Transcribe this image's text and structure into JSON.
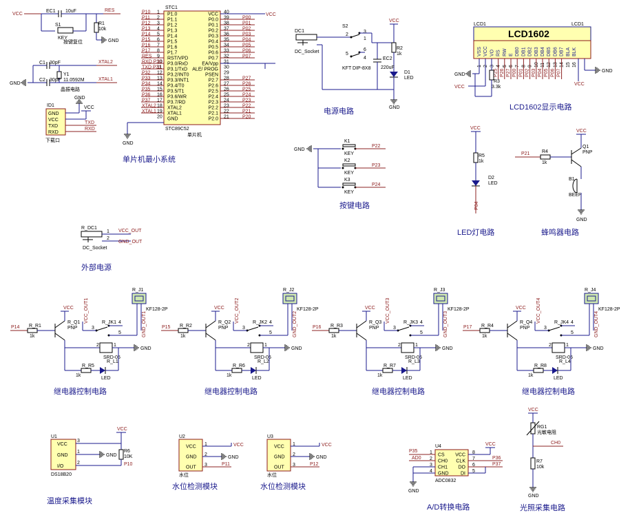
{
  "mcu": {
    "ref": "STC1",
    "part": "STC89C52",
    "sub": "单片机",
    "caption": "单片机最小系统",
    "left_nets": [
      "P10",
      "P11",
      "P12",
      "P13",
      "P14",
      "P15",
      "P16",
      "P17",
      "RES",
      "RXD P30",
      "TXD P31",
      "P32",
      "P33",
      "P34",
      "P35",
      "P36",
      "P37",
      "XTAL2",
      "XTAL1"
    ],
    "left_pin_nums": [
      "1",
      "2",
      "3",
      "4",
      "5",
      "6",
      "7",
      "8",
      "9",
      "10",
      "11",
      "12",
      "13",
      "14",
      "15",
      "16",
      "17",
      "18",
      "19",
      "20"
    ],
    "left_pins": [
      "P1.0",
      "P1.1",
      "P1.2",
      "P1.3",
      "P1.4",
      "P1.5",
      "P1.6",
      "P1.7",
      "RST/VPD",
      "P3.0/RxD",
      "P3.1/TxD",
      "P3.2/INT0",
      "P3.3/INT1",
      "P3.4/T0",
      "P3.5/T1",
      "P3.6/WR",
      "P3.7/RD",
      "XTAL2",
      "XTAL1",
      "GND"
    ],
    "right_pins": [
      "VCC",
      "P0.0",
      "P0.1",
      "P0.2",
      "P0.3",
      "P0.4",
      "P0.5",
      "P0.6",
      "P0.7",
      "EA/Vpp",
      "ALE/ PROG",
      "PSEN",
      "P2.7",
      "P2.6",
      "P2.5",
      "P2.4",
      "P2.3",
      "P2.2",
      "P2.1",
      "P2.0"
    ],
    "right_pin_nums": [
      "40",
      "39",
      "38",
      "37",
      "36",
      "35",
      "34",
      "33",
      "32",
      "31",
      "30",
      "29",
      "28",
      "27",
      "26",
      "25",
      "24",
      "23",
      "22",
      "21"
    ],
    "right_nets": [
      "",
      "P00",
      "P01",
      "P02",
      "P03",
      "P04",
      "P05",
      "P06",
      "P07",
      "",
      "",
      "",
      "P27",
      "P26",
      "P25",
      "P24",
      "P23",
      "P22",
      "P21",
      "P20"
    ],
    "vcc": "VCC",
    "gnd": "GND"
  },
  "reset": {
    "ec1": "EC1",
    "ec1_val": "10uF",
    "s1": "S1",
    "key": "KEY",
    "key_sub": "按键复位",
    "r1": "R1",
    "r1_val": "10k",
    "res": "RES",
    "vcc": "VCC",
    "gnd": "GND"
  },
  "crystal": {
    "c1": "C1",
    "c1_val": "30pF",
    "c2": "C2",
    "c2_val": "30pF",
    "y1": "Y1",
    "y1_val": "11.0592M",
    "xtal2": "XTAL2",
    "xtal1": "XTAL1",
    "sub": "晶振电路",
    "gnd": "GND"
  },
  "download": {
    "ref": "ID1",
    "pins": [
      "GND",
      "VCC",
      "TXD",
      "RXD"
    ],
    "sub": "下载口",
    "gnd": "GND",
    "vcc": "VCC",
    "txd": "TXD",
    "rxd": "RXD"
  },
  "ext_power": {
    "ref": "R_DC1",
    "socket": "DC_Socket",
    "vcc_out": "VCC_OUT",
    "gnd_out": "GND_OUT",
    "n1": "1",
    "n2": "2",
    "caption": "外部电源"
  },
  "power": {
    "dc1": "DC1",
    "socket": "DC_Socket",
    "s2": "S2",
    "s2_part": "KFT DIP-8X8",
    "ec2": "EC2",
    "ec2_val": "220uF",
    "r2": "R2",
    "r2_val": "1k",
    "d1": "D1",
    "d1_part": "LED",
    "vcc": "VCC",
    "gnd": "GND",
    "pins": [
      "2",
      "3",
      "5",
      "6",
      "1",
      "4"
    ],
    "caption": "电源电路"
  },
  "keys": {
    "gnd": "GND",
    "items": [
      {
        "ref": "K1",
        "part": "KEY",
        "net": "P22"
      },
      {
        "ref": "K2",
        "part": "KEY",
        "net": "P23"
      },
      {
        "ref": "K3",
        "part": "KEY",
        "net": "P24"
      }
    ],
    "caption": "按键电路"
  },
  "lcd": {
    "ref": "LCD1",
    "title": "LCD1602",
    "pins": [
      "VSS",
      "VCC",
      "VO",
      "RS",
      "RW",
      "E",
      "DB0",
      "DB1",
      "DB2",
      "DB3",
      "DB4",
      "DB5",
      "DB6",
      "DB7",
      "BLA",
      "BLK"
    ],
    "pin_nums": [
      "1",
      "2",
      "3",
      "4",
      "5",
      "6",
      "7",
      "8",
      "9",
      "10",
      "11",
      "12",
      "13",
      "14",
      "15",
      "16"
    ],
    "nets": [
      "",
      "",
      "",
      "P25",
      "P26",
      "P27",
      "P00",
      "P01",
      "P02",
      "P03",
      "P04",
      "P05",
      "P06",
      "P07",
      "",
      ""
    ],
    "r3": "R3",
    "r3_val": "3.3k",
    "gnd": "GND",
    "vcc": "VCC",
    "caption": "LCD1602显示电路"
  },
  "led": {
    "vcc": "VCC",
    "r5": "R5",
    "r5_val": "1k",
    "d2": "D2",
    "d2_part": "LED",
    "net": "P04",
    "caption": "LED灯电路"
  },
  "buzzer": {
    "vcc": "VCC",
    "net": "P21",
    "r4": "R4",
    "r4_val": "1k",
    "q1": "Q1",
    "q1_part": "PNP",
    "b1": "B1",
    "b1_part": "BEEP",
    "gnd": "GND",
    "caption": "蜂鸣器电路"
  },
  "relays": [
    {
      "net": "P14",
      "r": "R_R1",
      "rv": "1k",
      "q": "R_Q1",
      "qp": "PNP",
      "jk": "R_JK1",
      "rj": "R_J1",
      "ri": "R_R5",
      "ri_v": "1k",
      "led": "R_L1",
      "srd": "SRD-05",
      "kf": "KF128-2P",
      "out1": "VCC_OUT1",
      "out2": "GND_OUT1",
      "vcc": "VCC",
      "gnd": "GND",
      "pnum": [
        "4",
        "3",
        "5",
        "1",
        "2"
      ],
      "ledp": "LED"
    },
    {
      "net": "P15",
      "r": "R_R2",
      "rv": "1k",
      "q": "R_Q2",
      "qp": "PNP",
      "jk": "R_JK2",
      "rj": "R_J2",
      "ri": "R_R6",
      "ri_v": "1k",
      "led": "R_L2",
      "srd": "SRD-05",
      "kf": "KF128-2P",
      "out1": "VCC_OUT2",
      "out2": "GND_OUT2",
      "vcc": "VCC",
      "gnd": "GND",
      "pnum": [
        "4",
        "3",
        "5",
        "1",
        "2"
      ],
      "ledp": "LED"
    },
    {
      "net": "P16",
      "r": "R_R3",
      "rv": "1k",
      "q": "R_Q3",
      "qp": "PNP",
      "jk": "R_JK3",
      "rj": "R_J3",
      "ri": "R_R7",
      "ri_v": "1k",
      "led": "R_L3",
      "srd": "SRD-05",
      "kf": "KF128-2P",
      "out1": "VCC_OUT3",
      "out2": "GND_OUT3",
      "vcc": "VCC",
      "gnd": "GND",
      "pnum": [
        "4",
        "3",
        "5",
        "1",
        "2"
      ],
      "ledp": "LED"
    },
    {
      "net": "P17",
      "r": "R_R4",
      "rv": "1k",
      "q": "R_Q4",
      "qp": "PNP",
      "jk": "R_JK4",
      "rj": "R_J4",
      "ri": "R_R8",
      "ri_v": "1k",
      "led": "R_L4",
      "srd": "SRD-05",
      "kf": "KF128-2P",
      "out1": "VCC_OUT4",
      "out2": "GND_OUT4",
      "vcc": "VCC",
      "gnd": "GND",
      "pnum": [
        "4",
        "3",
        "5",
        "1",
        "2"
      ],
      "ledp": "LED"
    }
  ],
  "relay_caption": "继电器控制电路",
  "temp": {
    "ref": "U1",
    "part": "DS18B20",
    "pins": [
      "VCC",
      "GND",
      "I/O"
    ],
    "pin_nums": [
      "3",
      "1",
      "2"
    ],
    "r6": "R6",
    "r6_val": "10K",
    "net": "P10",
    "vcc": "VCC",
    "gnd": "GND",
    "caption": "温度采集模块"
  },
  "water": [
    {
      "ref": "U2",
      "part": "水位",
      "net": "P11",
      "caption": "水位检测模块",
      "vcc": "VCC",
      "gnd": "GND"
    },
    {
      "ref": "U3",
      "part": "水位",
      "net": "P12",
      "caption": "水位检测模块",
      "vcc": "VCC",
      "gnd": "GND"
    }
  ],
  "water_pins": [
    "VCC",
    "GND",
    "OUT"
  ],
  "water_pin_nums": [
    "1",
    "2",
    "3"
  ],
  "adc": {
    "ref": "U4",
    "part": "ADC0832",
    "left_pins": [
      "CS",
      "CH0",
      "CH1",
      "GND"
    ],
    "left_nums": [
      "1",
      "2",
      "3",
      "4"
    ],
    "right_pins": [
      "VCC",
      "CLK",
      "DO",
      "DI"
    ],
    "right_nums": [
      "8",
      "7",
      "6",
      "5"
    ],
    "net_cs": "P35",
    "net_ch0": "AD0",
    "net_clk": "P36",
    "net_do": "P37",
    "vcc": "VCC",
    "gnd": "GND",
    "caption": "A/D转换电路"
  },
  "light": {
    "vcc": "VCC",
    "rg1": "RG1",
    "rg1_part": "光敏电阻",
    "net": "CH0",
    "r7": "R7",
    "r7_val": "10k",
    "gnd": "GND",
    "caption": "光照采集电路"
  }
}
